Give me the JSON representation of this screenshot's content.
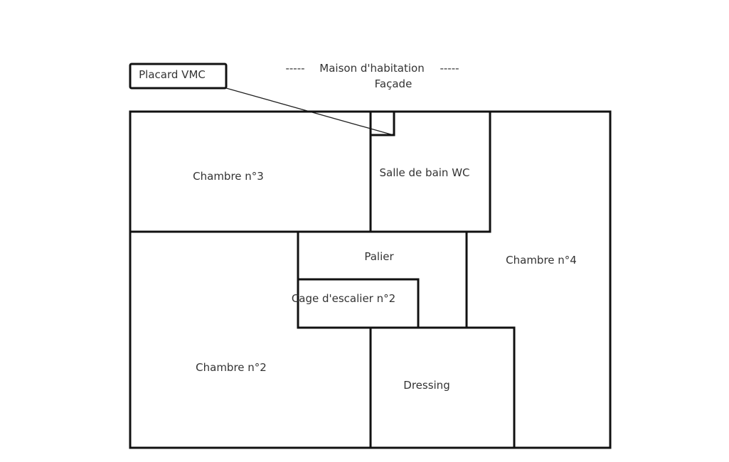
{
  "title": "Maison d'habitation",
  "title_dashes": "-----",
  "subtitle": "Façade",
  "callout": "Placard VMC",
  "rooms": {
    "chambre3": "Chambre n°3",
    "salle_de_bain": "Salle de bain WC",
    "palier": "Palier",
    "chambre4": "Chambre n°4",
    "cage_escalier": "Cage d'escalier n°2",
    "chambre2": "Chambre n°2",
    "dressing": "Dressing"
  }
}
